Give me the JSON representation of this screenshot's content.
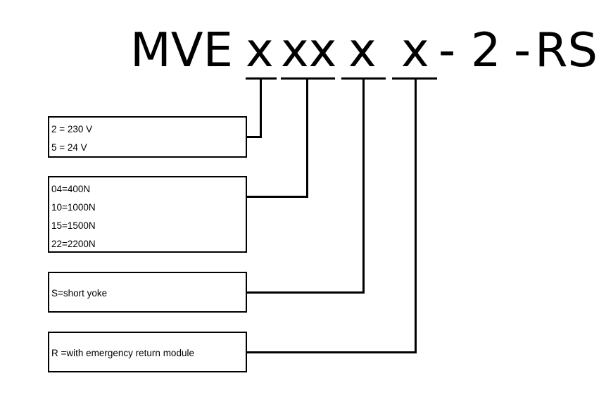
{
  "code": {
    "prefix": "MVE",
    "seg1": "x",
    "seg2": "xx",
    "seg3": "x",
    "seg4": "x",
    "dash1": "-",
    "num": "2",
    "dash2": "-",
    "suffix": "RS"
  },
  "boxes": {
    "voltage": {
      "lines": [
        "2 = 230 V",
        "5 = 24 V"
      ]
    },
    "force": {
      "lines": [
        "04=400N",
        "10=1000N",
        "15=1500N",
        "22=2200N"
      ]
    },
    "yoke": {
      "lines": [
        "S=short yoke"
      ]
    },
    "module": {
      "lines": [
        "R =with emergency return module"
      ]
    }
  }
}
